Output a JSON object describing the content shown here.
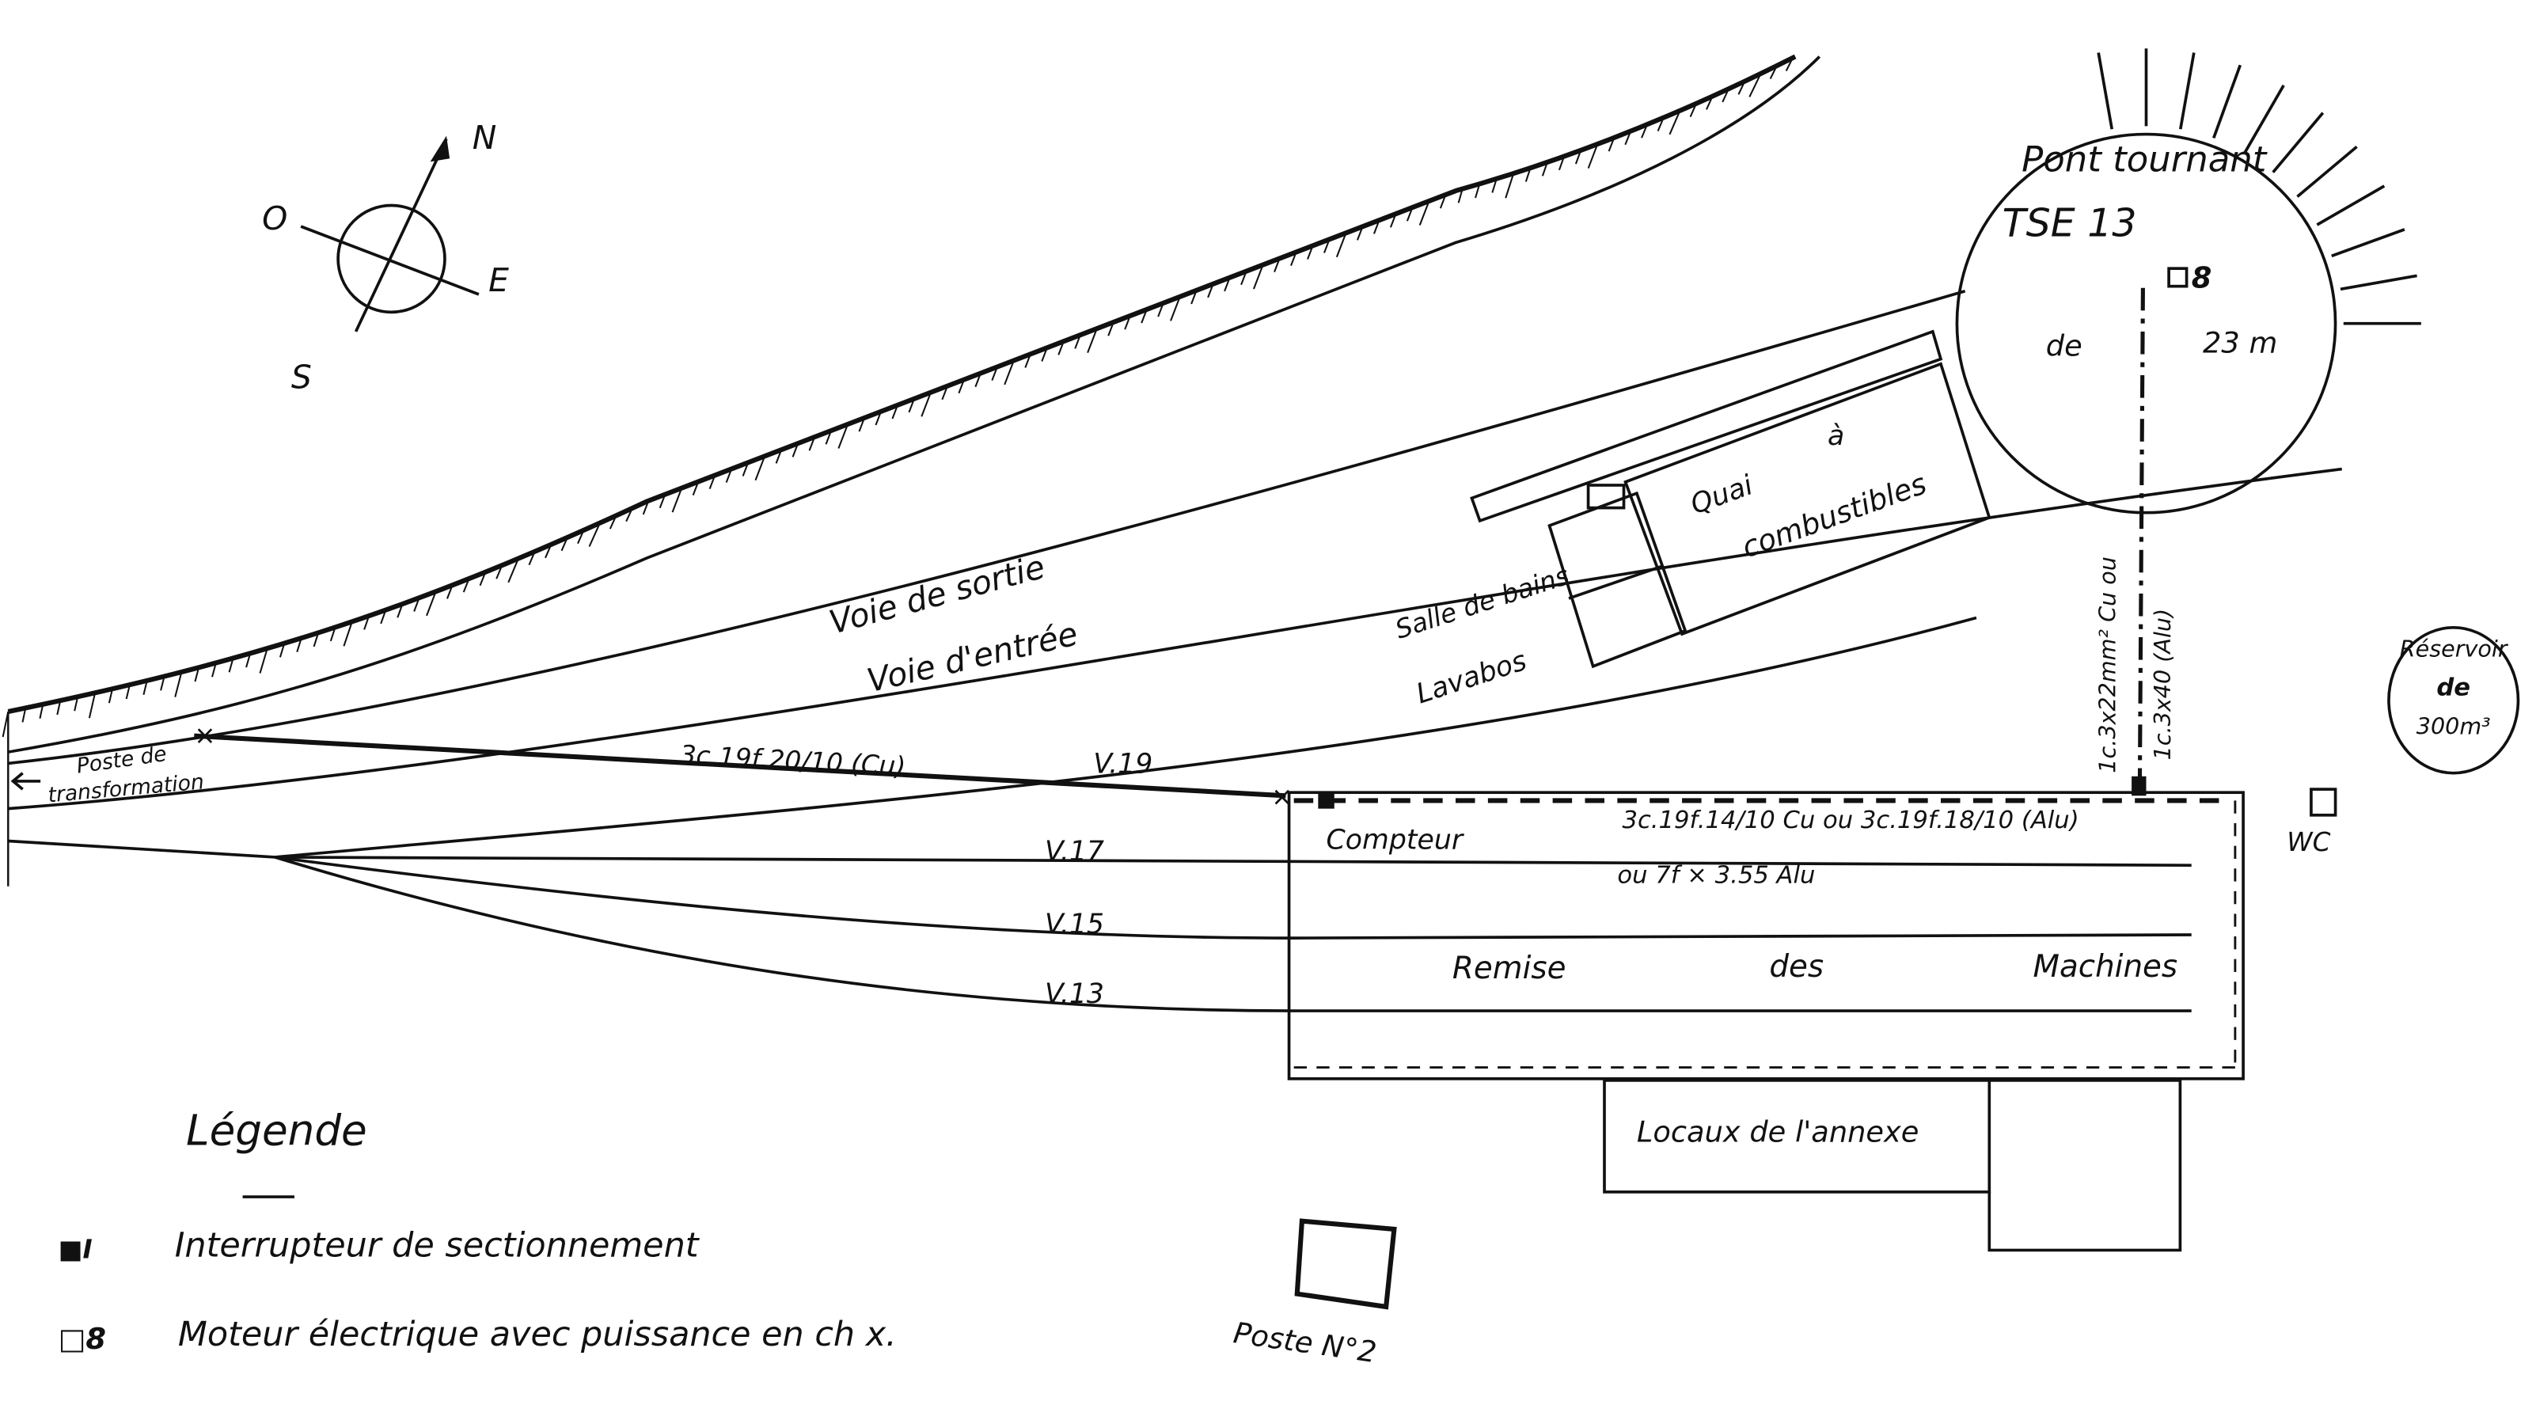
{
  "compass": {
    "n": "N",
    "s": "S",
    "e": "E",
    "o": "O"
  },
  "turntable": {
    "line1": "Pont tournant",
    "line2": "TSE 13",
    "de": "de",
    "size": "23 m",
    "motor": "8"
  },
  "tracks": {
    "sortie": "Voie de sortie",
    "entree": "Voie d'entrée",
    "v19": "V.19",
    "v17": "V.17",
    "v15": "V.15",
    "v13": "V.13"
  },
  "buildings": {
    "quai_a": "à",
    "quai": "Quai",
    "combustibles": "combustibles",
    "salle_de_bains": "Salle de bains",
    "lavabos": "Lavabos",
    "remise": "Remise",
    "des": "des",
    "machines": "Machines",
    "compteur": "Compteur",
    "locaux": "Locaux de l'annexe",
    "poste2": "Poste N°2",
    "wc": "WC",
    "reservoir1": "Réservoir",
    "reservoir2": "de",
    "reservoir3": "300m³",
    "poste_transfo1": "Poste de",
    "poste_transfo2": "transformation"
  },
  "cables": {
    "main": "3c.19f.20/10 (Cu)",
    "remise1": "3c.19f.14/10 Cu ou 3c.19f.18/10 (Alu)",
    "remise2": "ou 7f × 3.55 Alu",
    "vertical1": "1c.3x22mm² Cu ou",
    "vertical2": "1c.3x40 (Alu)"
  },
  "legend": {
    "title": "Légende",
    "items": [
      {
        "symbol": "■I",
        "label": "Interrupteur de sectionnement"
      },
      {
        "symbol": "□8",
        "label": "Moteur électrique avec puissance en ch x."
      }
    ]
  }
}
